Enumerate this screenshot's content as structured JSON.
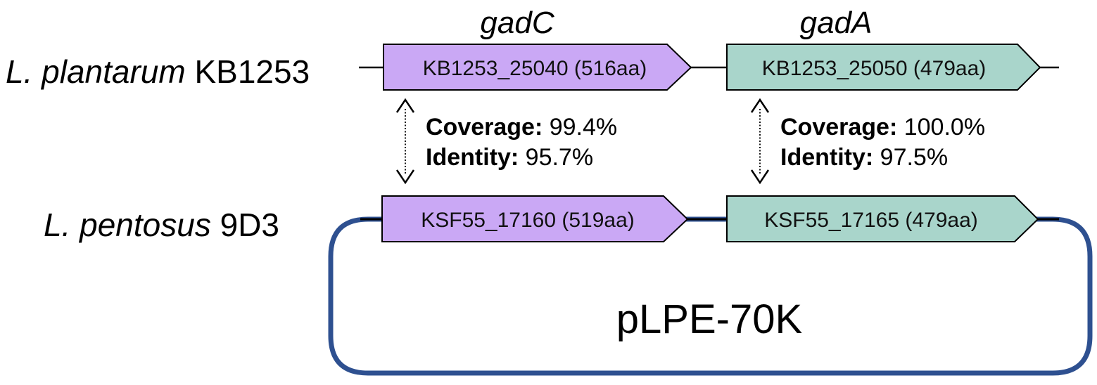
{
  "colors": {
    "gadC_fill": "#caa8f5",
    "gadA_fill": "#a9d5cb",
    "plasmid_stroke": "#2e5090",
    "backbone": "#000000"
  },
  "genes": {
    "gadC_name": "gadC",
    "gadA_name": "gadA"
  },
  "organisms": {
    "plantarum": {
      "genus_species": "L. plantarum",
      "strain": "KB1253",
      "gadC_locus": "KB1253_25040 (516aa)",
      "gadA_locus": "KB1253_25050 (479aa)"
    },
    "pentosus": {
      "genus_species": "L. pentosus",
      "strain": "9D3",
      "gadC_locus": "KSF55_17160 (519aa)",
      "gadA_locus": "KSF55_17165 (479aa)"
    }
  },
  "comparisons": {
    "gadC": {
      "coverage_label": "Coverage:",
      "coverage_value": "99.4%",
      "identity_label": "Identity:",
      "identity_value": "95.7%"
    },
    "gadA": {
      "coverage_label": "Coverage:",
      "coverage_value": "100.0%",
      "identity_label": "Identity:",
      "identity_value": "97.5%"
    }
  },
  "plasmid": {
    "name": "pLPE-70K"
  }
}
